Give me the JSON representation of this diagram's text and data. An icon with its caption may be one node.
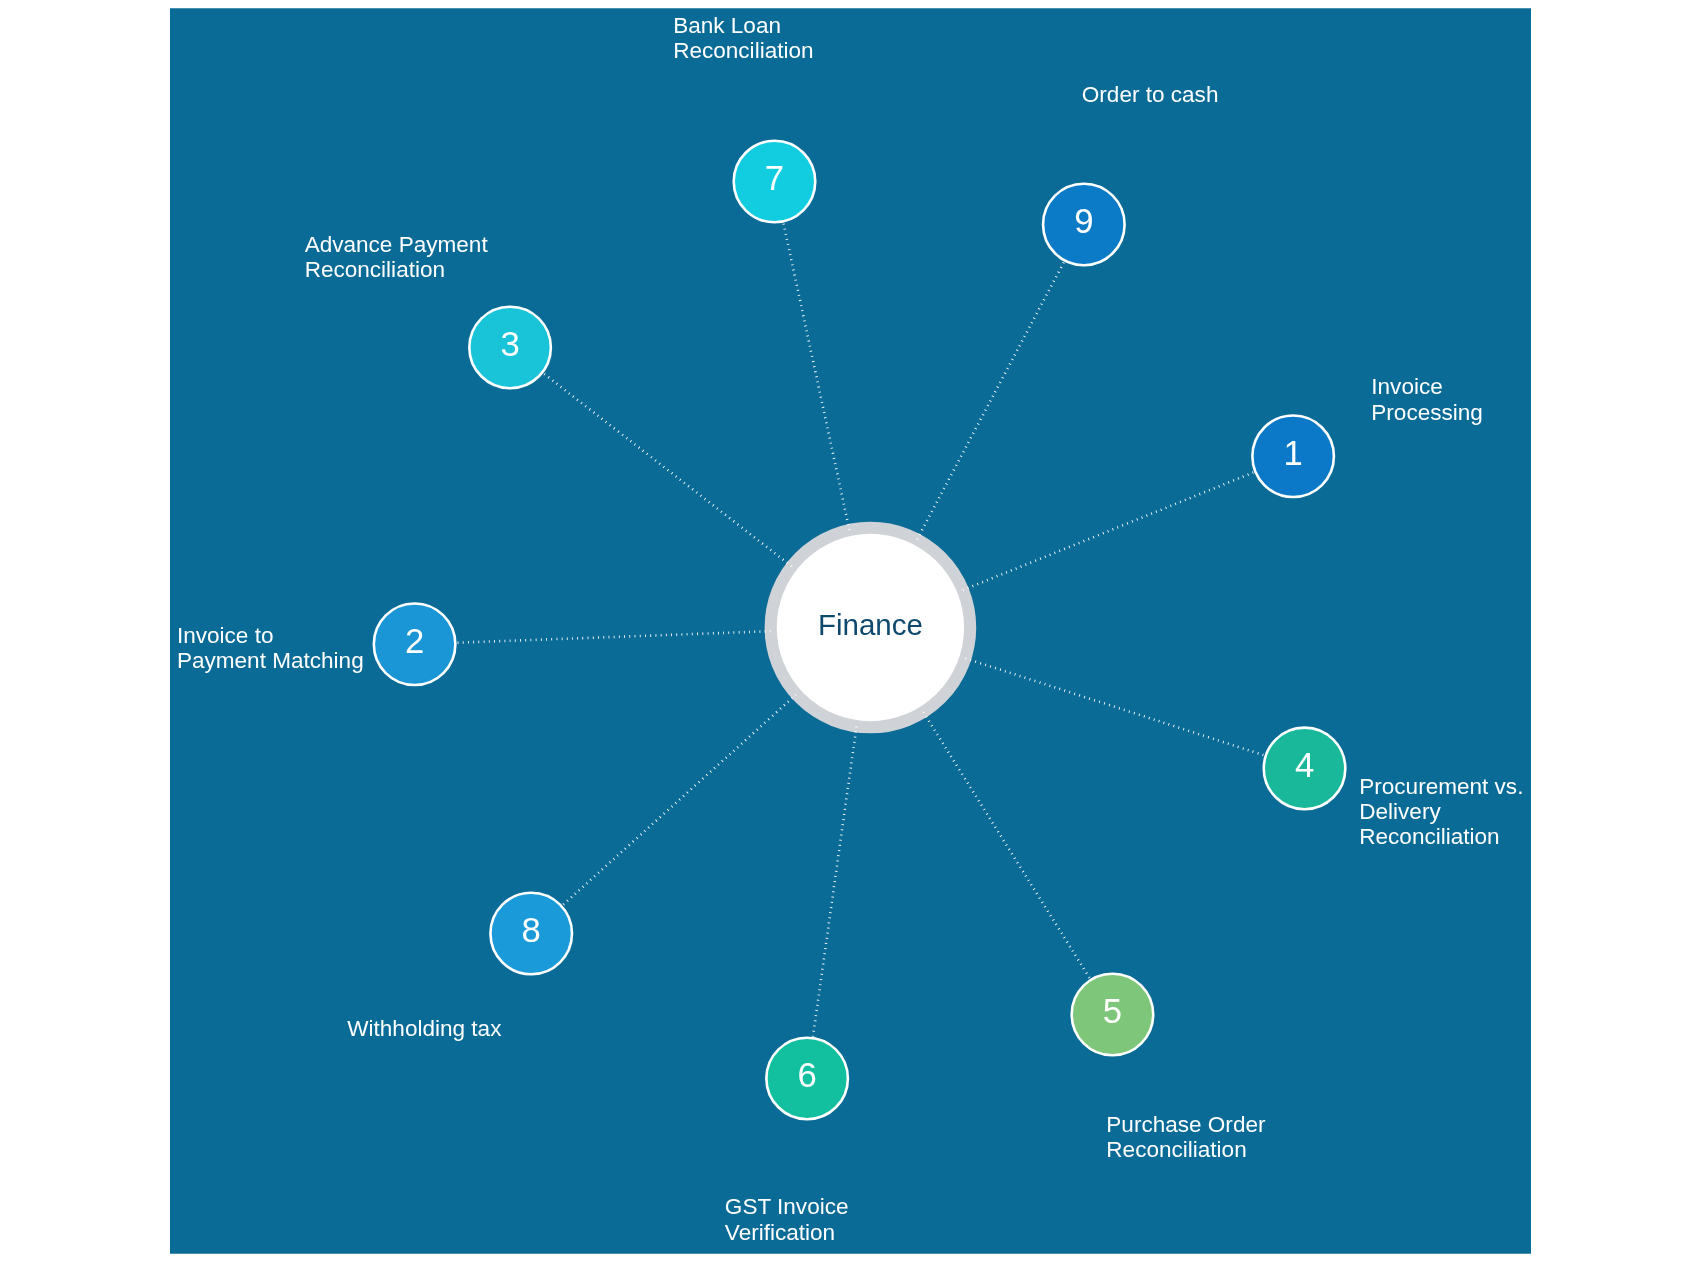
{
  "diagram": {
    "nodes": [
      {
        "text": [
          "Finance"
        ]
      },
      {
        "text": [
          "1"
        ],
        "beside": [
          "Invoice Processing"
        ]
      },
      {
        "text": [
          "2"
        ],
        "beside": [
          "Invoice to Payment Matching"
        ]
      },
      {
        "text": [
          "3"
        ],
        "beside": [
          "Advance Payment Reconciliation"
        ]
      },
      {
        "text": [
          "4"
        ],
        "beside": [
          "Procurement vs. Delivery Reconciliation"
        ]
      },
      {
        "text": [
          "5"
        ],
        "beside": [
          "Purchase Order Reconciliation"
        ]
      },
      {
        "text": [
          "6"
        ],
        "beside": [
          "GST Invoice Verification"
        ]
      },
      {
        "text": [
          "7"
        ],
        "beside": [
          "Bank Loan Reconciliation"
        ]
      },
      {
        "text": [
          "8"
        ],
        "beside": [
          "Withholding tax"
        ]
      },
      {
        "text": [
          "9"
        ],
        "beside": [
          "Order to cash"
        ]
      }
    ],
    "edges": [
      {
        "from": 0,
        "to": 1,
        "arrow": "none"
      },
      {
        "from": 0,
        "to": 2,
        "arrow": "none"
      },
      {
        "from": 0,
        "to": 3,
        "arrow": "none"
      },
      {
        "from": 0,
        "to": 4,
        "arrow": "none"
      },
      {
        "from": 0,
        "to": 5,
        "arrow": "none"
      },
      {
        "from": 0,
        "to": 6,
        "arrow": "none"
      },
      {
        "from": 0,
        "to": 7,
        "arrow": "none"
      },
      {
        "from": 0,
        "to": 8,
        "arrow": "none"
      },
      {
        "from": 0,
        "to": 9,
        "arrow": "none"
      }
    ]
  }
}
